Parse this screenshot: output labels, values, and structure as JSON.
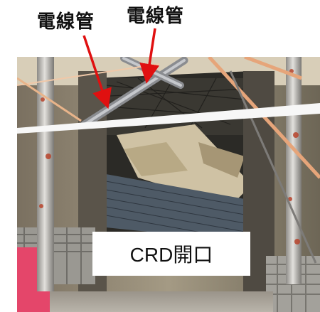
{
  "annotations": {
    "conduit_label_left": "電線管",
    "conduit_label_right": "電線管",
    "opening_label": "CRD開口"
  },
  "colors": {
    "arrow": "#e01010",
    "label_box": "#ffffff",
    "label_text": "#111111"
  }
}
